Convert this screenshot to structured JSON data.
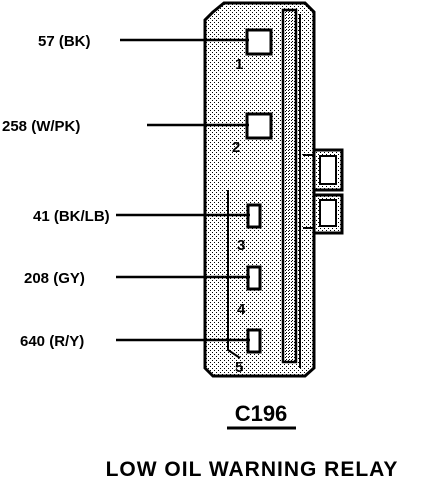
{
  "connector": {
    "id": "C196",
    "component_name": "LOW OIL WARNING RELAY",
    "pins": [
      {
        "pin": "1",
        "wire": "57 (BK)"
      },
      {
        "pin": "2",
        "wire": "258 (W/PK)"
      },
      {
        "pin": "3",
        "wire": "41 (BK/LB)"
      },
      {
        "pin": "4",
        "wire": "208 (GY)"
      },
      {
        "pin": "5",
        "wire": "640 (R/Y)"
      }
    ]
  }
}
